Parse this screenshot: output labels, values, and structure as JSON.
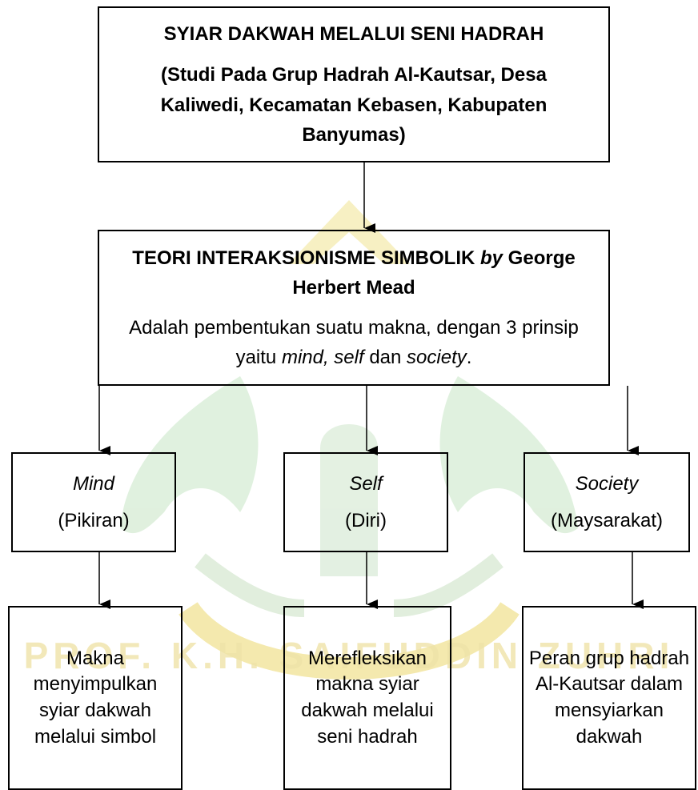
{
  "title": {
    "line1": "SYIAR DAKWAH MELALUI SENI HADRAH",
    "line2": "(Studi Pada Grup Hadrah Al-Kautsar, Desa Kaliwedi, Kecamatan Kebasen, Kabupaten Banyumas)"
  },
  "theory": {
    "heading_pre": "TEORI INTERAKSIONISME SIMBOLIK",
    "heading_by": "by",
    "heading_post": "George Herbert Mead",
    "desc_pre": "Adalah pembentukan suatu makna, dengan 3 prinsip yaitu",
    "desc_mind_self": "mind, self",
    "desc_and": "dan",
    "desc_society": "society",
    "desc_end": "."
  },
  "principles": [
    {
      "name": "Mind",
      "translation": "(Pikiran)",
      "result": "Makna menyimpulkan syiar dakwah melalui simbol"
    },
    {
      "name": "Self",
      "translation": "(Diri)",
      "result": "Merefleksikan makna syiar dakwah melalui seni hadrah"
    },
    {
      "name": "Society",
      "translation": "(Maysarakat)",
      "result": "Peran grup hadrah Al-Kautsar dalam mensyiarkan dakwah"
    }
  ],
  "watermark": {
    "text": "PROF. K.H. SAIFUDDIN ZUHRI",
    "colors": {
      "gold": "#f5e9a6",
      "green": "#d8ecd6"
    }
  },
  "colors": {
    "line": "#000000",
    "background": "#ffffff"
  }
}
